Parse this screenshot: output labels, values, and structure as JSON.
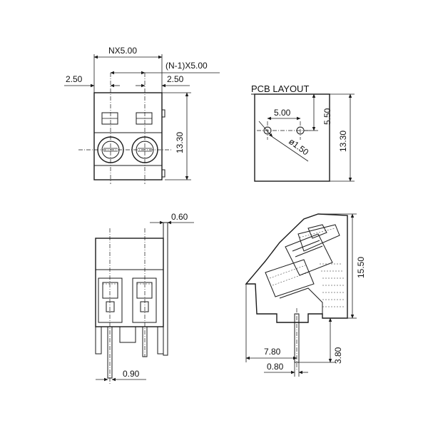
{
  "labels": {
    "pitch": "NX5.00",
    "span": "(N-1)X5.00",
    "margin_left": "2.50",
    "margin_right": "2.50",
    "front_height": "13.30",
    "pcb_title": "PCB LAYOUT",
    "pcb_pitch": "5.00",
    "pcb_offset": "5.50",
    "pcb_height": "13.30",
    "hole_diameter": "ø1.50",
    "plate_thickness": "0.60",
    "pin_width": "0.90",
    "side_height": "15.50",
    "side_depth": "7.80",
    "pin_length": "3.80",
    "pin_offset": "0.80"
  }
}
